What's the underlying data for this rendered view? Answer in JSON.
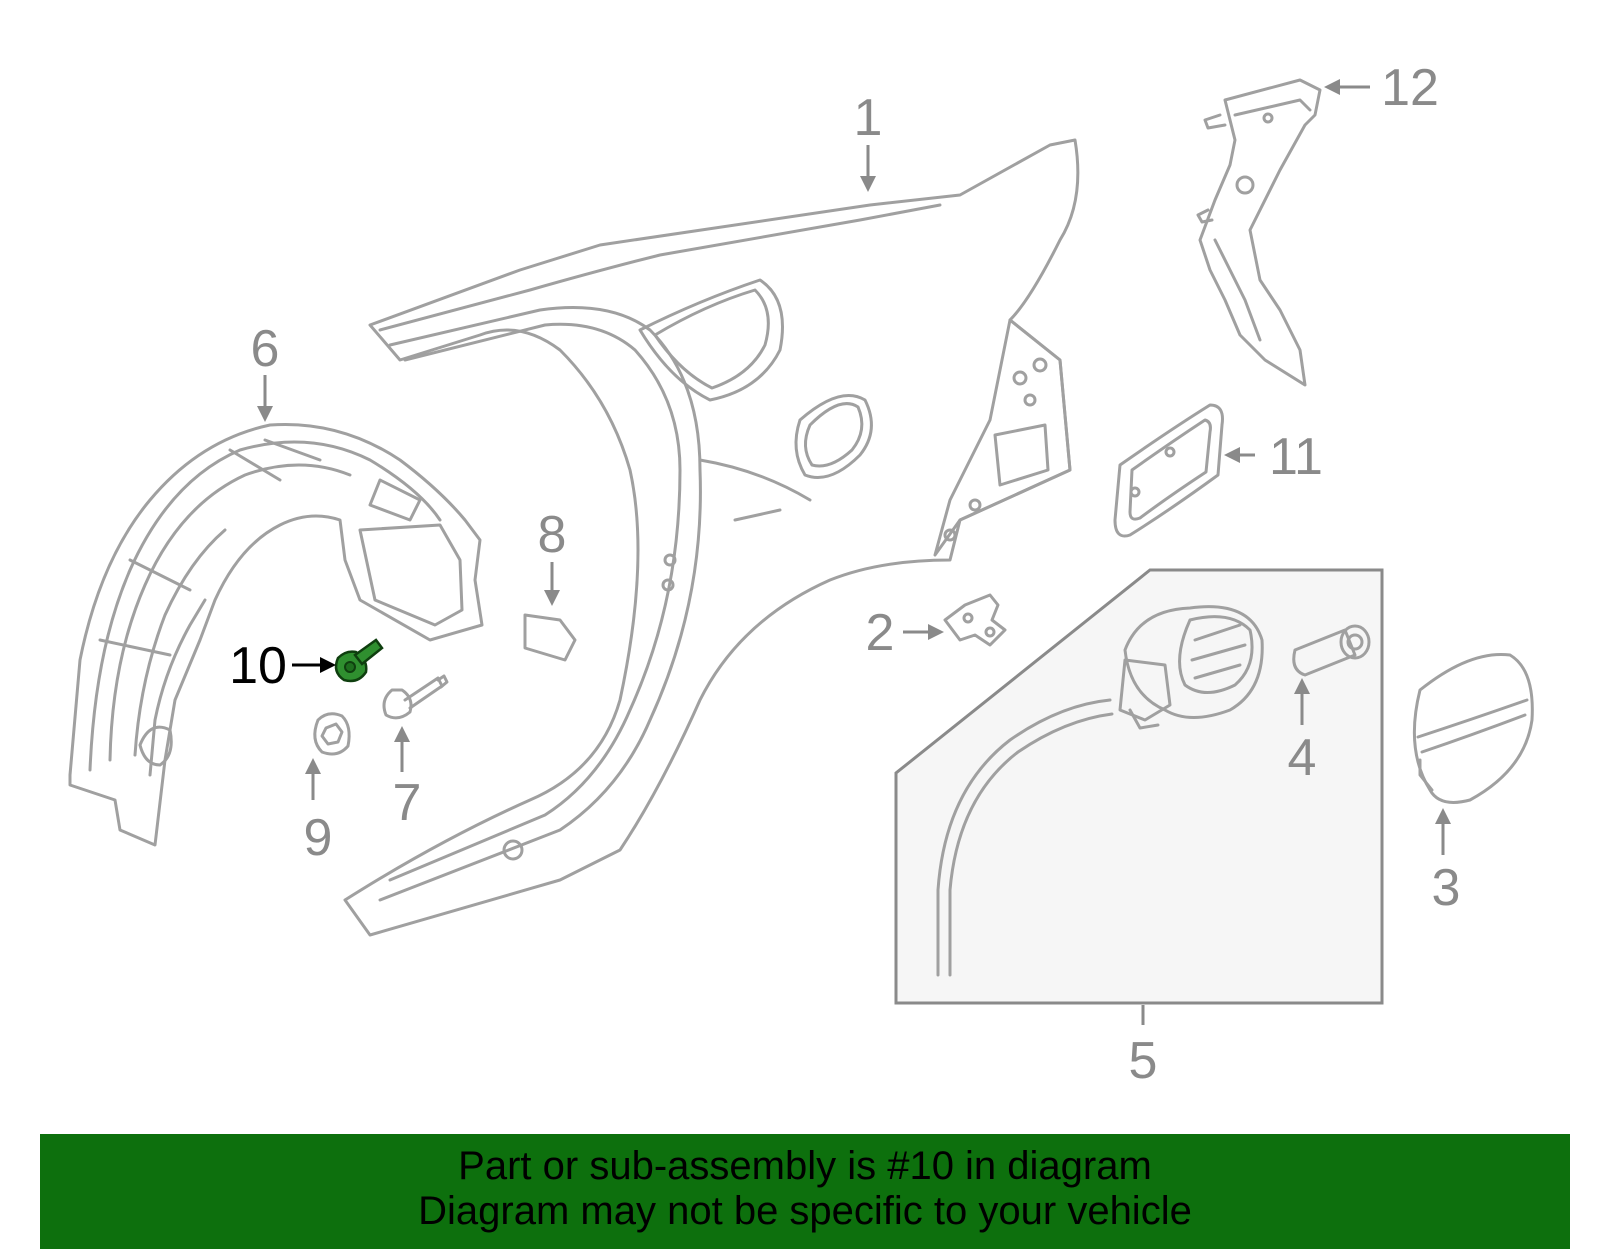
{
  "callouts": {
    "c1": "1",
    "c2": "2",
    "c3": "3",
    "c4": "4",
    "c5": "5",
    "c6": "6",
    "c7": "7",
    "c8": "8",
    "c9": "9",
    "c10": "10",
    "c11": "11",
    "c12": "12"
  },
  "highlighted_part": "10",
  "colors": {
    "highlight_part": "#2f8f2f",
    "banner": "#0d700d",
    "part_stroke": "#a0a0a0",
    "callout_text": "#8a8a8a"
  },
  "footer": {
    "line1": "Part or sub-assembly is #10 in diagram",
    "line2": "Diagram may not be specific to your vehicle"
  }
}
